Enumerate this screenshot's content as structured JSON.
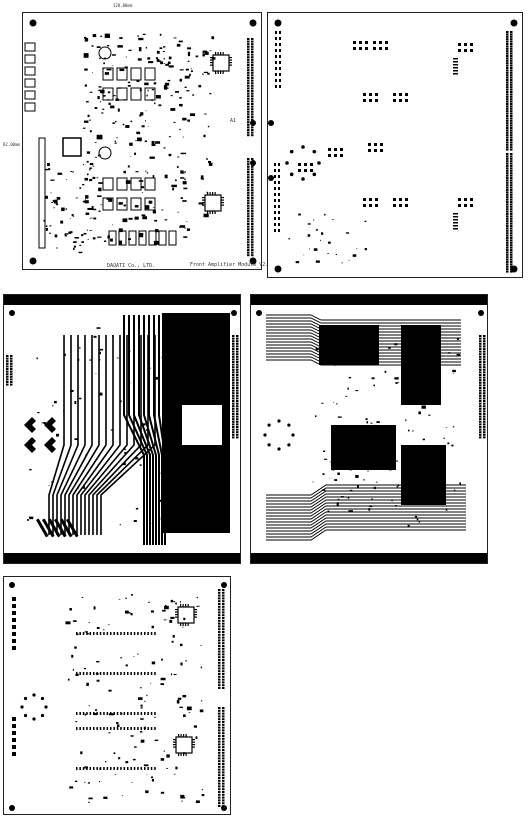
{
  "sheets": [
    {
      "id": "top-assembly",
      "dimension_top": "128.00mm",
      "dimension_left": "82.00mm",
      "company_label": "DAQATI Co., LTD.",
      "board_title": "Front Amplifier Module_V2.1",
      "corner_label": "A1"
    },
    {
      "id": "top-paste-mask"
    },
    {
      "id": "copper-layer-2"
    },
    {
      "id": "copper-layer-3"
    },
    {
      "id": "bottom-assembly"
    }
  ],
  "colors": {
    "ink": "#000000",
    "paper": "#ffffff",
    "outline": "#222222"
  }
}
